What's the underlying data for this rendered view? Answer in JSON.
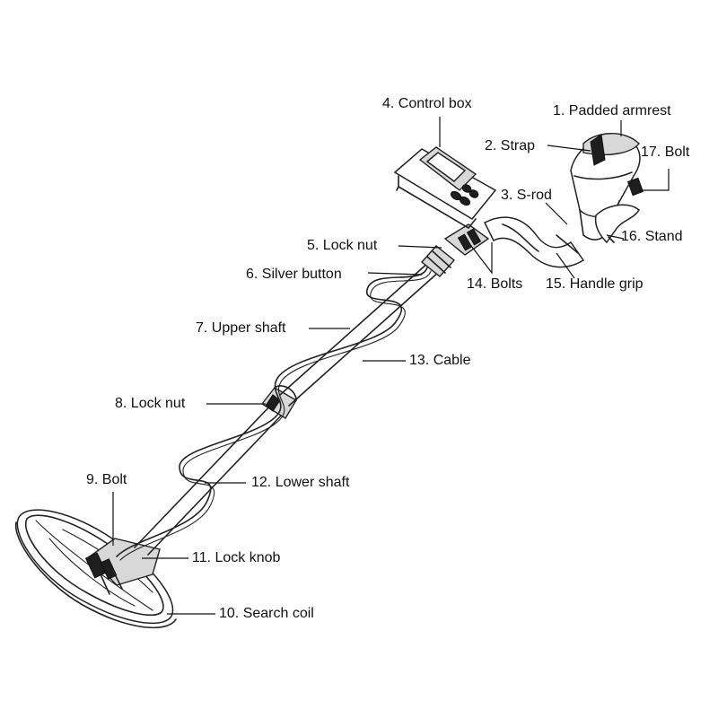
{
  "labels": {
    "padded_armrest": "1. Padded armrest",
    "strap": "2. Strap",
    "s_rod": "3. S-rod",
    "control_box": "4. Control box",
    "lock_nut_upper": "5. Lock nut",
    "silver_button": "6. Silver button",
    "upper_shaft": "7. Upper shaft",
    "lock_nut_lower": "8. Lock nut",
    "bolt_coil": "9. Bolt",
    "search_coil": "10. Search coil",
    "lock_knob": "11. Lock knob",
    "lower_shaft": "12. Lower shaft",
    "cable": "13. Cable",
    "bolts": "14. Bolts",
    "handle_grip": "15. Handle grip",
    "stand": "16. Stand",
    "bolt_armrest": "17. Bolt"
  },
  "colors": {
    "ink": "#222222",
    "background": "#ffffff",
    "shade": "#d8d8d8"
  }
}
